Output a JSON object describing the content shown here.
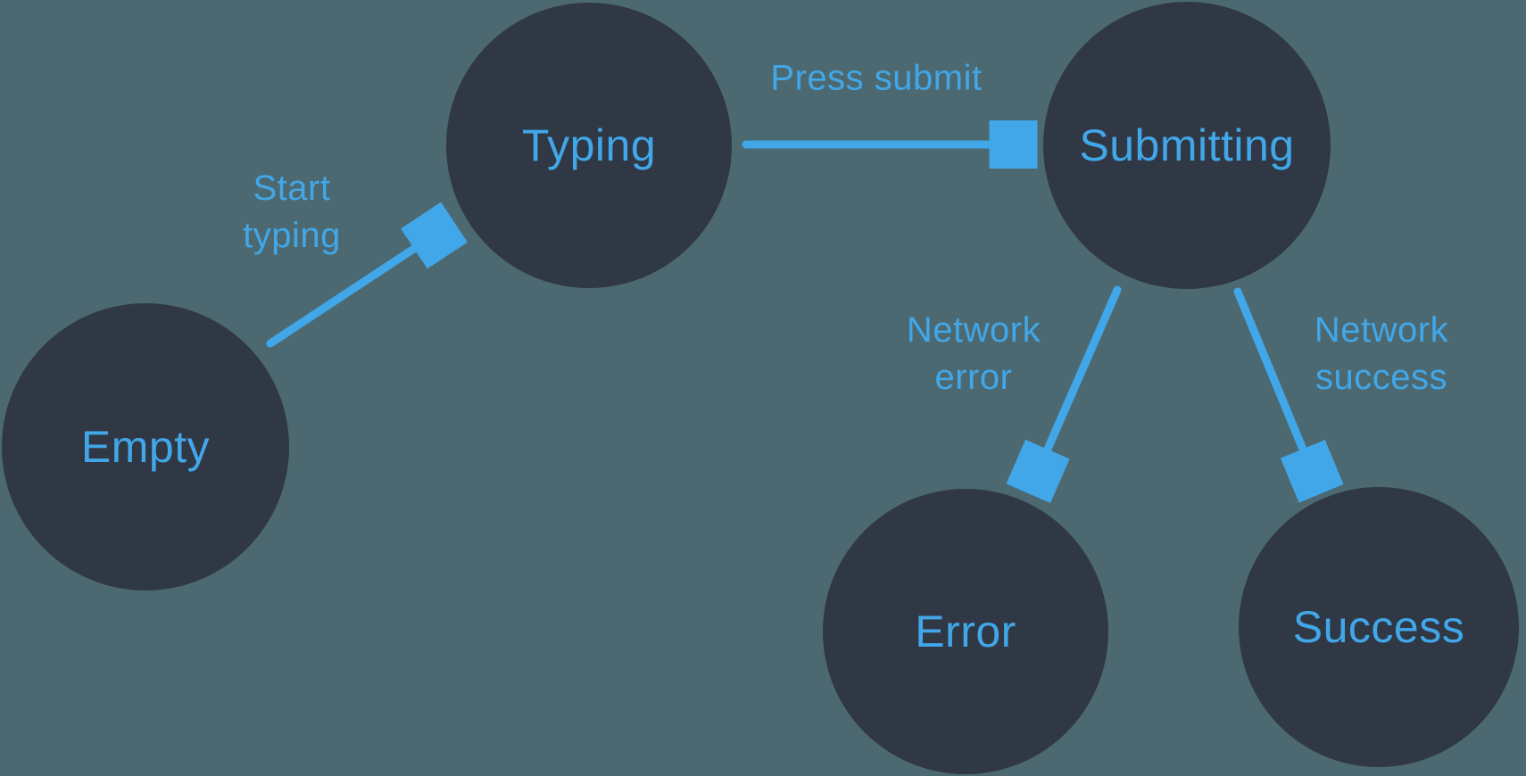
{
  "diagram": {
    "type": "state-machine",
    "states": [
      {
        "id": "empty",
        "label": "Empty"
      },
      {
        "id": "typing",
        "label": "Typing"
      },
      {
        "id": "submitting",
        "label": "Submitting"
      },
      {
        "id": "error",
        "label": "Error"
      },
      {
        "id": "success",
        "label": "Success"
      }
    ],
    "transitions": [
      {
        "from": "empty",
        "to": "typing",
        "label": "Start typing"
      },
      {
        "from": "typing",
        "to": "submitting",
        "label": "Press submit"
      },
      {
        "from": "submitting",
        "to": "error",
        "label": "Network error"
      },
      {
        "from": "submitting",
        "to": "success",
        "label": "Network success"
      }
    ],
    "colors": {
      "background": "#4C6971",
      "node_fill": "#303845",
      "accent": "#41A7E8"
    }
  }
}
